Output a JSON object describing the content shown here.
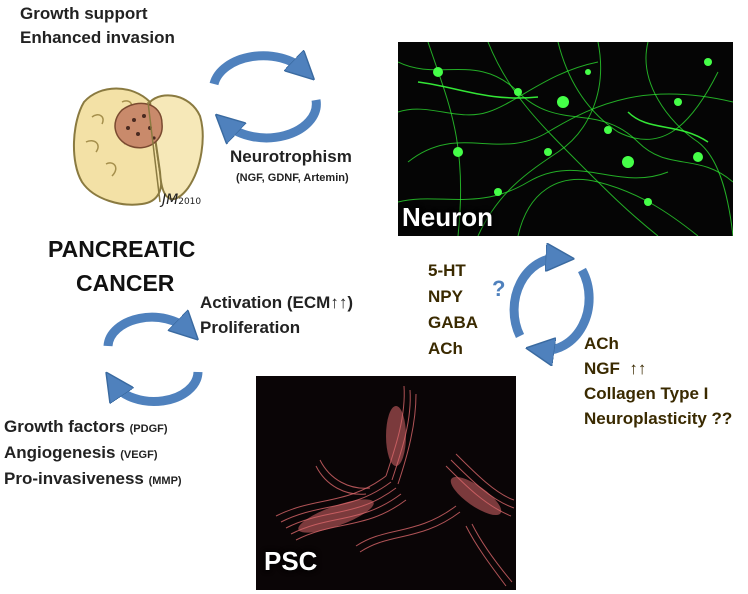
{
  "top_left": {
    "line1": "Growth support",
    "line2": "Enhanced invasion"
  },
  "neurotrophism": {
    "title": "Neurotrophism",
    "detail": "(NGF, GDNF, Artemin)"
  },
  "pancreas": {
    "signature": "2010",
    "title_line1": "PANCREATIC",
    "title_line2": "CANCER"
  },
  "neuron_panel": {
    "label": "Neuron"
  },
  "psc_panel": {
    "label": "PSC"
  },
  "activation": {
    "line1": "Activation (ECM↑↑)",
    "line2": "Proliferation"
  },
  "mediators_left": {
    "items": [
      "5-HT",
      "NPY",
      "GABA",
      "ACh"
    ],
    "question": "?"
  },
  "mediators_right": {
    "line1": "ACh",
    "line2": "NGF  ↑↑",
    "line3": "Collagen Type I",
    "line4": "Neuroplasticity ??"
  },
  "growth": {
    "growth_factors": "Growth factors",
    "growth_factors_note": "(PDGF)",
    "angiogenesis": "Angiogenesis",
    "angiogenesis_note": "(VEGF)",
    "pro_invasiveness": "Pro-invasiveness",
    "pro_invasiveness_note": "(MMP)"
  },
  "colors": {
    "arrow": "#4f81bd",
    "neuron_green": "#2ee632",
    "psc_red": "#d9666a",
    "mediator_text": "#3a2a00",
    "question_mark": "#4f81bd"
  }
}
